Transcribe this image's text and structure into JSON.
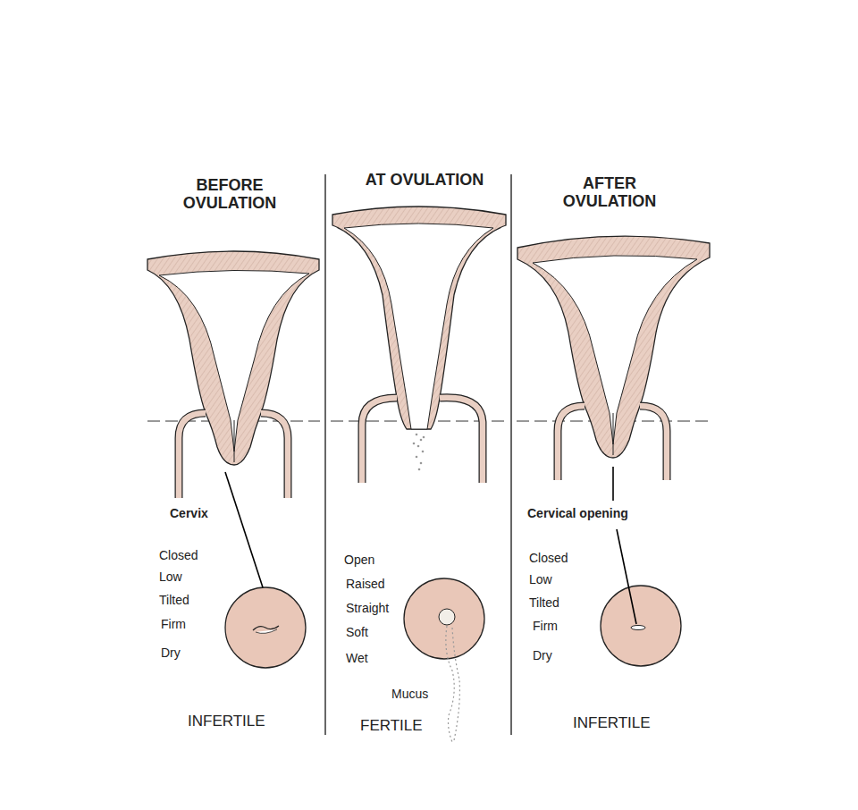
{
  "diagram": {
    "labels": [
      "BEFORE OVULATION",
      "Cervix",
      "Closed",
      "Low",
      "Tilted",
      "Firm",
      "Dry",
      "INFERTILE",
      "AT OVULATION",
      "Open",
      "Raised",
      "Straight",
      "Soft",
      "Wet",
      "Mucus",
      "FERTILE",
      "AFTER OVULATION",
      "Cervical opening",
      "Closed",
      "Low",
      "Tilted",
      "Firm",
      "Dry",
      "INFERTILE"
    ]
  }
}
